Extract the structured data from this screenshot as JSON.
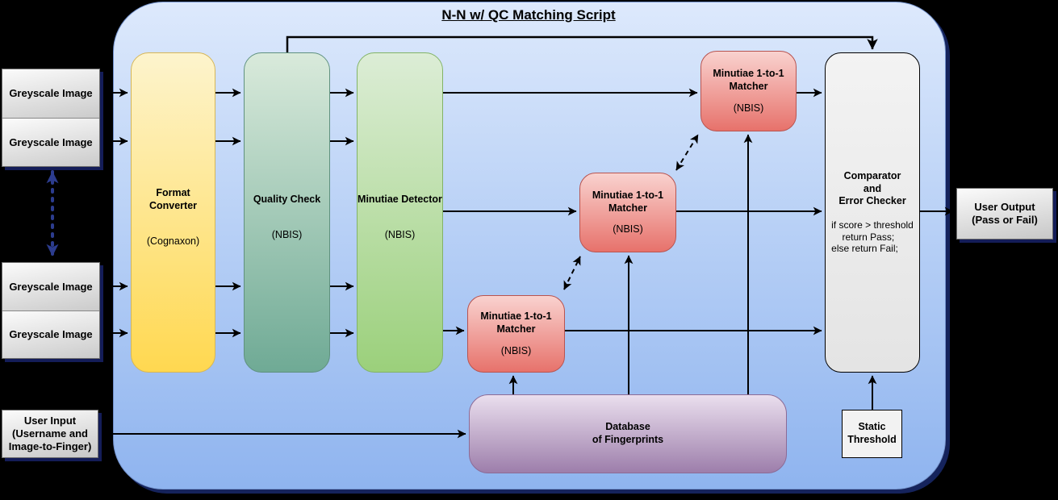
{
  "title": "N-N w/ QC Matching Script",
  "palette": {
    "background": "#000000",
    "container_top": "#dde9fc",
    "container_bottom": "#8fb4ef",
    "container_shadow": "#15235c",
    "converter_top": "#fdf4cd",
    "converter_bottom": "#ffd850",
    "quality_top": "#d9eadb",
    "quality_bottom": "#6faa95",
    "detector_top": "#dcedd6",
    "detector_bottom": "#9bd07b",
    "matcher_top": "#f9d2cf",
    "matcher_bottom": "#e7726b",
    "database_top": "#eadfee",
    "database_bottom": "#9d7eab",
    "comparator_fill": "#ededed",
    "grey_box_top": "#fbfbfb",
    "grey_box_bottom": "#c7c7c7",
    "arrow": "#000000",
    "dashed_image_link": "#2c3c8e"
  },
  "external": {
    "greyscale_images": [
      {
        "label": "Greyscale Image"
      },
      {
        "label": "Greyscale Image"
      },
      {
        "label": "Greyscale Image"
      },
      {
        "label": "Greyscale Image"
      }
    ],
    "user_input": {
      "label": "User Input\n(Username and\nImage-to-Finger)"
    },
    "user_output": {
      "label": "User Output\n(Pass or Fail)"
    }
  },
  "nodes": {
    "format_converter": {
      "label": "Format Converter",
      "sublabel": "(Cognaxon)"
    },
    "quality_check": {
      "label": "Quality Check",
      "sublabel": "(NBIS)"
    },
    "minutiae_detector": {
      "label": "Minutiae Detector",
      "sublabel": "(NBIS)"
    },
    "matcher_top": {
      "label": "Minutiae 1-to-1\nMatcher",
      "sublabel": "(NBIS)"
    },
    "matcher_middle": {
      "label": "Minutiae 1-to-1\nMatcher",
      "sublabel": "(NBIS)"
    },
    "matcher_bottom": {
      "label": "Minutiae 1-to-1\nMatcher",
      "sublabel": "(NBIS)"
    },
    "comparator": {
      "label": "Comparator\nand\nError Checker",
      "logic": "if score > threshold\n    return Pass;\nelse return Fail;"
    },
    "database": {
      "label": "Database\nof Fingerprints"
    },
    "static_threshold": {
      "label": "Static\nThreshold"
    }
  }
}
